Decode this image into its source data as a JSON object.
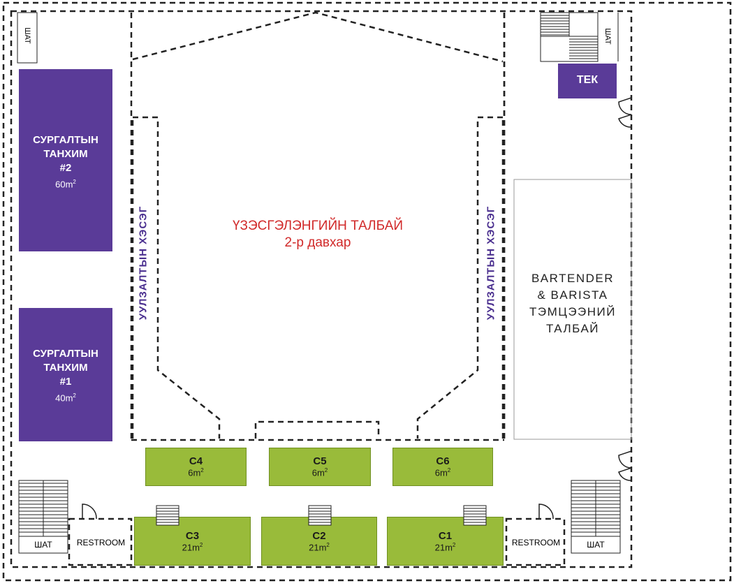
{
  "colors": {
    "purple": "#5a3b98",
    "green": "#99bb3a",
    "red": "#d12a2a",
    "line": "#222222"
  },
  "main_hall": {
    "line1": "ҮЗЭСГЭЛЭНГИЙН ТАЛБАЙ",
    "line2": "2-р давхар"
  },
  "meeting_zone_left": "УУЛЗАЛТЫН ХЭСЭГ",
  "meeting_zone_right": "УУЛЗАЛТЫН ХЭСЭГ",
  "training_room_2": {
    "line1": "СУРГАЛТЫН",
    "line2": "ТАНХИМ",
    "line3": "#2",
    "area": "60m",
    "unit_sup": "2"
  },
  "training_room_1": {
    "line1": "СУРГАЛТЫН",
    "line2": "ТАНХИМ",
    "line3": "#1",
    "area": "40m",
    "unit_sup": "2"
  },
  "tek": "ТЕК",
  "bartender": {
    "line1": "BARTENDER",
    "line2": "& BARISTA",
    "line3": "ТЭМЦЭЭНИЙ",
    "line4": "ТАЛБАЙ"
  },
  "stairs": {
    "top_left": "ШАТ",
    "top_right": "ШАТ",
    "bottom_left": "ШАТ",
    "bottom_right": "ШАТ"
  },
  "restroom_left": "RESTROOM",
  "restroom_right": "RESTROOM",
  "booths": {
    "c4": {
      "name": "C4",
      "area": "6m",
      "sup": "2"
    },
    "c5": {
      "name": "C5",
      "area": "6m",
      "sup": "2"
    },
    "c6": {
      "name": "C6",
      "area": "6m",
      "sup": "2"
    },
    "c3": {
      "name": "C3",
      "area": "21m",
      "sup": "2"
    },
    "c2": {
      "name": "C2",
      "area": "21m",
      "sup": "2"
    },
    "c1": {
      "name": "C1",
      "area": "21m",
      "sup": "2"
    }
  }
}
